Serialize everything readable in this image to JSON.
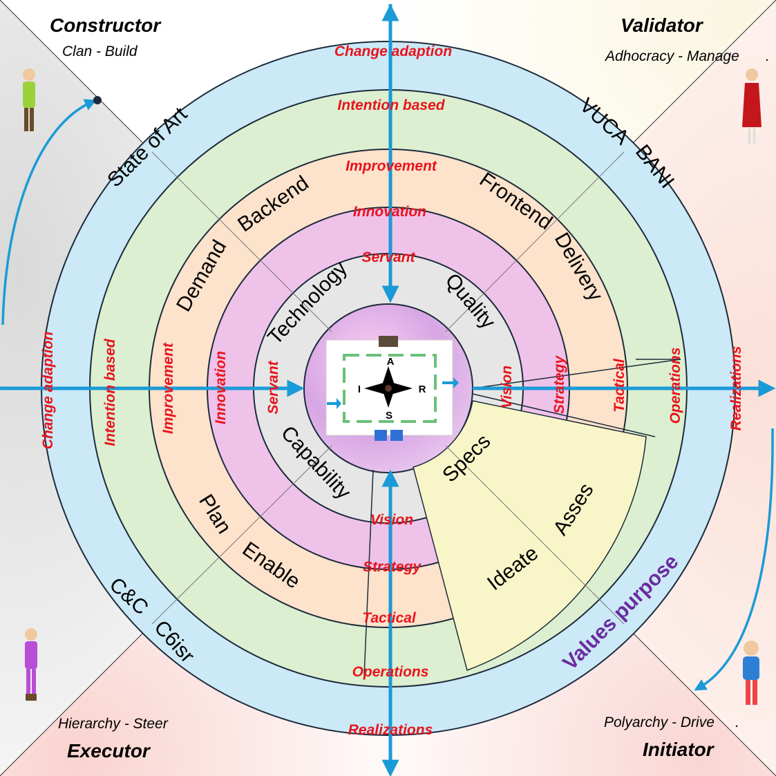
{
  "roles": {
    "constructor": {
      "title": "Constructor",
      "subtitle": "Clan - Build"
    },
    "validator": {
      "title": "Validator",
      "subtitle": "Adhocracy - Manage",
      "mark": "."
    },
    "executor": {
      "title": "Executor",
      "subtitle": "Hierarchy  - Steer"
    },
    "initiator": {
      "title": "Initiator",
      "subtitle": "Polyarchy - Drive",
      "mark": "."
    }
  },
  "ring_labels_top": [
    "Change adaption",
    "Intention based",
    "Improvement",
    "Innovation",
    "Servant"
  ],
  "ring_labels_left": [
    "Change adaption",
    "Intention based",
    "Improvement",
    "Innovation",
    "Servant"
  ],
  "ring_labels_right": [
    "Vision",
    "Strategy",
    "Tactical",
    "Operations",
    "Realizations"
  ],
  "ring_labels_bottom": [
    "Vision",
    "Strategy",
    "Tactical",
    "Operations",
    "Realizations"
  ],
  "segments": {
    "outer_top_left": "State of Art",
    "outer_top_right_1": "VUCA",
    "outer_top_right_2": "BANI",
    "outer_bottom_left_1": "C&C",
    "outer_bottom_left_2": "C6isr",
    "orange_top_left_1": "Backend",
    "orange_top_left_2": "Demand",
    "orange_top_right_1": "Frontend",
    "orange_top_right_2": "Delivery",
    "orange_bottom_left_1": "Plan",
    "orange_bottom_left_2": "Enable",
    "orange_bottom_right_1": "Ideate",
    "orange_bottom_right_2": "Asses",
    "inner_top_left": "Technology",
    "inner_top_right": "Quality",
    "inner_bottom_left": "Capability",
    "inner_bottom_right": "Specs"
  },
  "values_purpose": "Values purpose",
  "compass": {
    "north": "A",
    "south": "S",
    "west": "I",
    "east": "R"
  },
  "colors": {
    "blue_ring": "#cbe9f7",
    "green_ring": "#dcefd0",
    "orange_ring": "#fde2cc",
    "pink_ring": "#efc2ea",
    "grey_ring": "#e6e6e6",
    "arrow": "#1a9bd7",
    "ring_text": "#e8141c",
    "accent_purple": "#6b2ba0"
  }
}
